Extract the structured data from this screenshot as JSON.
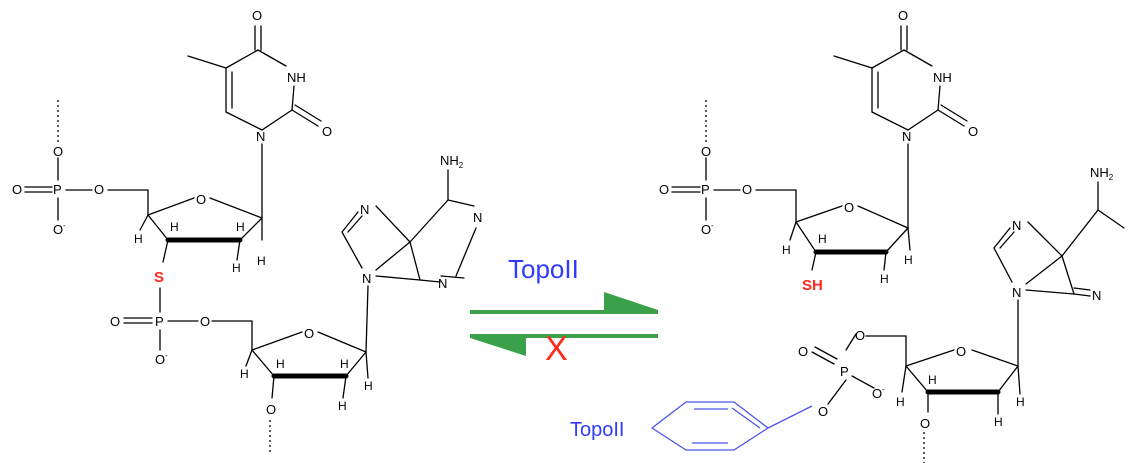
{
  "reaction": {
    "enzyme_label": "TopoII",
    "reverse_blocked_mark": "X",
    "forward_arrow_color": "#3aa04a",
    "blocked_color": "#ff2a1a",
    "enzyme_color": "#2f3cff"
  },
  "left_molecule": {
    "thymine": {
      "o_top": "O",
      "nh": "NH",
      "o_right": "O",
      "n1": "N"
    },
    "phosphate_top": {
      "o_top": "O",
      "o_left": "O",
      "p": "P",
      "o_ester": "O",
      "o_minus": "O",
      "charge": "-"
    },
    "sugar1": {
      "ring_o": "O",
      "h1": "H",
      "h2": "H",
      "h3": "H",
      "h4": "H",
      "h5": "H"
    },
    "bridge_atom": "S",
    "phosphate_mid": {
      "o_left": "O",
      "p": "P",
      "o_ester": "O",
      "o_minus": "O",
      "charge": "-"
    },
    "adenine": {
      "nh2": "NH",
      "nh2_sub": "2",
      "n7": "N",
      "n1": "N",
      "n3": "N",
      "n9": "N"
    },
    "sugar2": {
      "ring_o": "O",
      "h1": "H",
      "h2": "H",
      "h3": "H",
      "h4": "H",
      "h5": "H",
      "o3": "O"
    }
  },
  "right_molecule": {
    "thymine": {
      "o_top": "O",
      "nh": "NH",
      "o_right": "O",
      "n1": "N"
    },
    "phosphate_top": {
      "o_top": "O",
      "o_left": "O",
      "p": "P",
      "o_ester": "O",
      "o_minus": "O",
      "charge": "-"
    },
    "sugar1": {
      "ring_o": "O",
      "h1": "H",
      "h2": "H",
      "h3": "H",
      "h4": "H"
    },
    "thiol": "SH",
    "adenine": {
      "nh2": "NH",
      "nh2_sub": "2",
      "n7": "N",
      "n9": "N",
      "n3": "N"
    },
    "phosphate_bottom": {
      "o_top": "O",
      "o_left": "O",
      "p": "P",
      "o_minus": "O",
      "charge": "-",
      "o_ester": "O"
    },
    "sugar2": {
      "ring_o": "O",
      "h1": "H",
      "h2": "H",
      "h3": "H",
      "h4": "H",
      "o3": "O"
    },
    "enzyme_label": "TopoII"
  }
}
